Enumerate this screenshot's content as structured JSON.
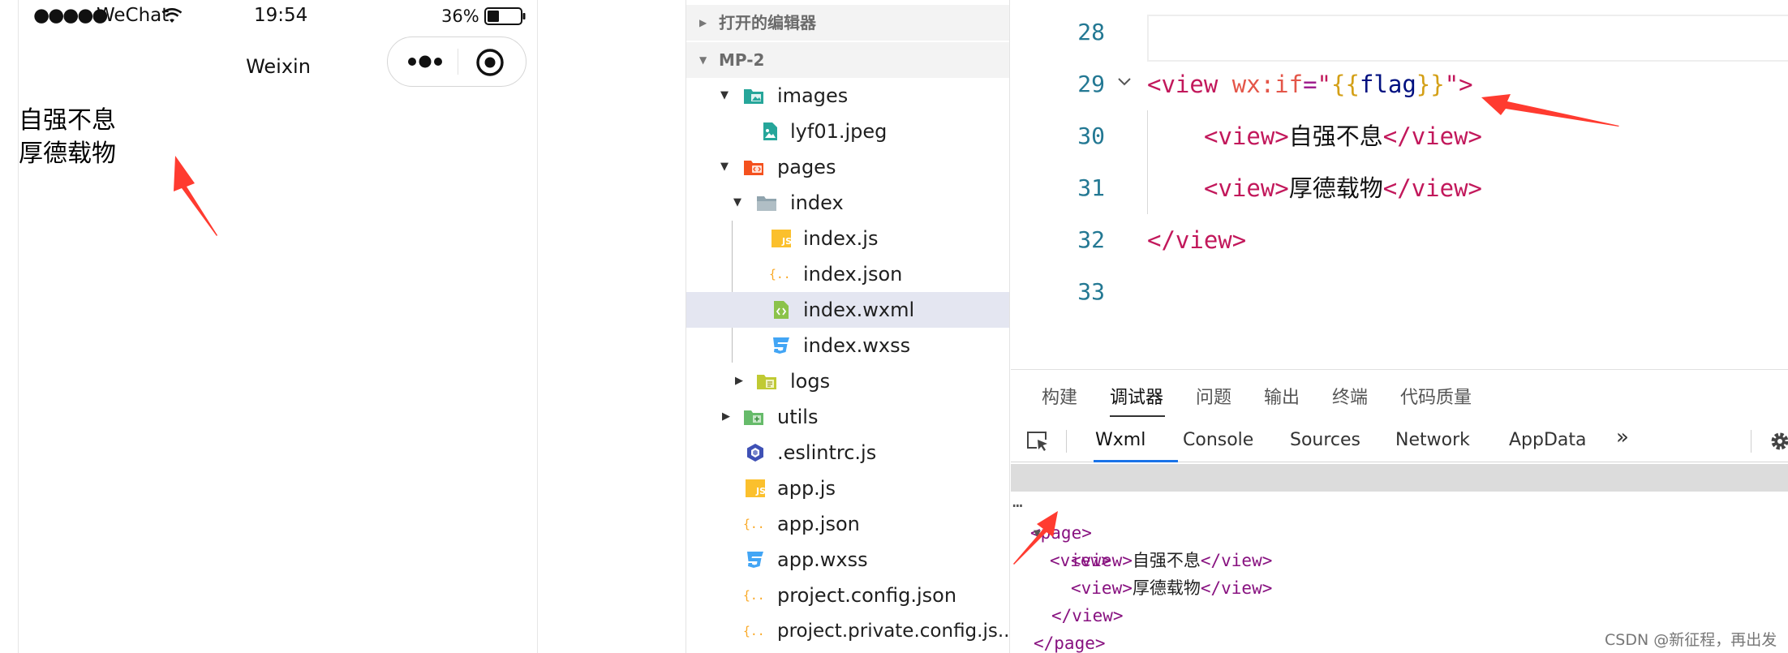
{
  "phone": {
    "status": {
      "signal": "●●●●●",
      "carrier": "WeChat",
      "time": "19:54",
      "battery_pct": "36%",
      "battery_level": 0.36
    },
    "nav_title": "Weixin",
    "content_lines": [
      "自强不息",
      "厚德载物"
    ]
  },
  "explorer": {
    "open_editors_label": "打开的编辑器",
    "project_label": "MP-2",
    "items": [
      {
        "name": "images",
        "type": "folder-images",
        "icon": "image-folder-icon"
      },
      {
        "name": "lyf01.jpeg",
        "type": "image",
        "icon": "image-file-icon"
      },
      {
        "name": "pages",
        "type": "folder-pages",
        "icon": "pages-folder-icon"
      },
      {
        "name": "index",
        "type": "folder",
        "icon": "folder-icon"
      },
      {
        "name": "index.js",
        "type": "js",
        "icon": "js-file-icon"
      },
      {
        "name": "index.json",
        "type": "json",
        "icon": "json-file-icon"
      },
      {
        "name": "index.wxml",
        "type": "wxml",
        "icon": "wxml-file-icon"
      },
      {
        "name": "index.wxss",
        "type": "wxss",
        "icon": "css-file-icon"
      },
      {
        "name": "logs",
        "type": "folder-logs",
        "icon": "logs-folder-icon"
      },
      {
        "name": "utils",
        "type": "folder-utils",
        "icon": "utils-folder-icon"
      },
      {
        "name": ".eslintrc.js",
        "type": "eslint",
        "icon": "eslint-file-icon"
      },
      {
        "name": "app.js",
        "type": "js",
        "icon": "js-file-icon"
      },
      {
        "name": "app.json",
        "type": "json",
        "icon": "json-file-icon"
      },
      {
        "name": "app.wxss",
        "type": "wxss",
        "icon": "css-file-icon"
      },
      {
        "name": "project.config.json",
        "type": "json",
        "icon": "json-file-icon"
      },
      {
        "name": "project.private.config.js...",
        "type": "json",
        "icon": "json-file-icon"
      }
    ]
  },
  "editor": {
    "lines": [
      {
        "no": "28"
      },
      {
        "no": "29"
      },
      {
        "no": "30"
      },
      {
        "no": "31"
      },
      {
        "no": "32"
      },
      {
        "no": "33"
      }
    ],
    "code": {
      "l29_tag": "<view ",
      "l29_attr": "wx:if",
      "l29_eq": "=",
      "l29_q1": "\"",
      "l29_open": "{{",
      "l29_var": "flag",
      "l29_close": "}}",
      "l29_q2": "\"",
      "l29_end": ">",
      "l30_open": "<view>",
      "l30_text": "自强不息",
      "l30_close": "</view>",
      "l31_open": "<view>",
      "l31_text": "厚德载物",
      "l31_close": "</view>",
      "l32_close": "</view>"
    }
  },
  "panel": {
    "tabs": [
      "构建",
      "调试器",
      "问题",
      "输出",
      "终端",
      "代码质量"
    ],
    "active_tab": "调试器",
    "dev_tabs": [
      "Wxml",
      "Console",
      "Sources",
      "Network",
      "AppData"
    ],
    "more_label": "»",
    "dom": {
      "r0_dots": "⋯",
      "r0_tag": "<page>",
      "r1_caret": "▼",
      "r1_tag": "<view>",
      "r2_open": "<view>",
      "r2_text": "自强不息",
      "r2_close": "</view>",
      "r3_open": "<view>",
      "r3_text": "厚德载物",
      "r3_close": "</view>",
      "r4_tag": "</view>",
      "r5_tag": "</page>"
    }
  },
  "watermark": "CSDN @新征程，再出发",
  "colors": {
    "accent_blue": "#1a73e8",
    "arrow_red": "#ff3b30",
    "selected_row": "#e4e6f1",
    "line_number": "#237893"
  }
}
